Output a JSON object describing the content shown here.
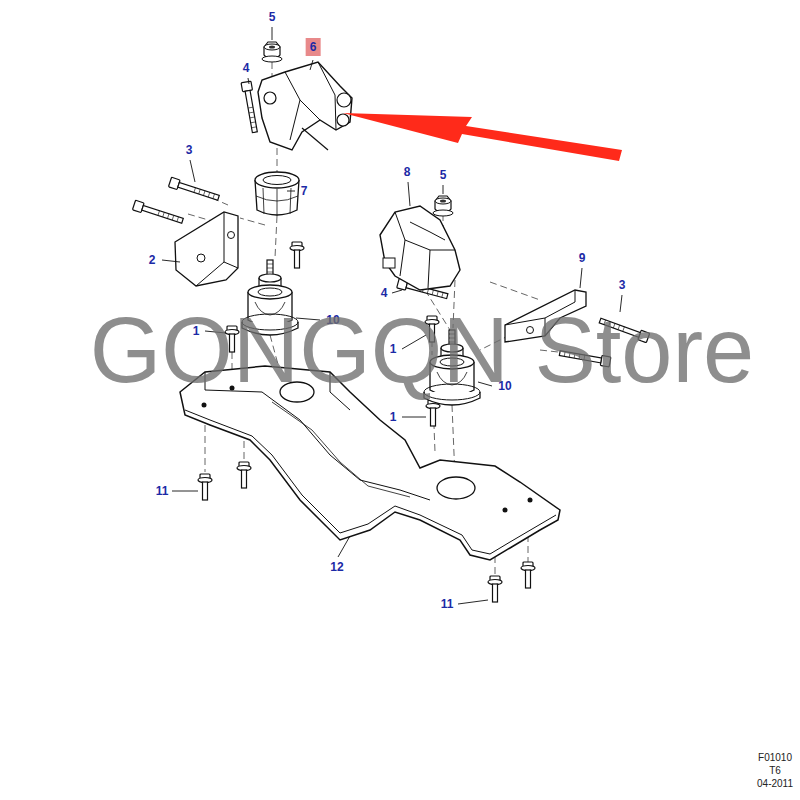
{
  "diagram": {
    "labels": [
      "5",
      "6",
      "4",
      "3",
      "7",
      "2",
      "8",
      "5",
      "4",
      "9",
      "3",
      "1",
      "10",
      "1",
      "10",
      "1",
      "11",
      "12",
      "11",
      "GONGQN Store",
      "F01010",
      "T6",
      "04-2011"
    ]
  }
}
